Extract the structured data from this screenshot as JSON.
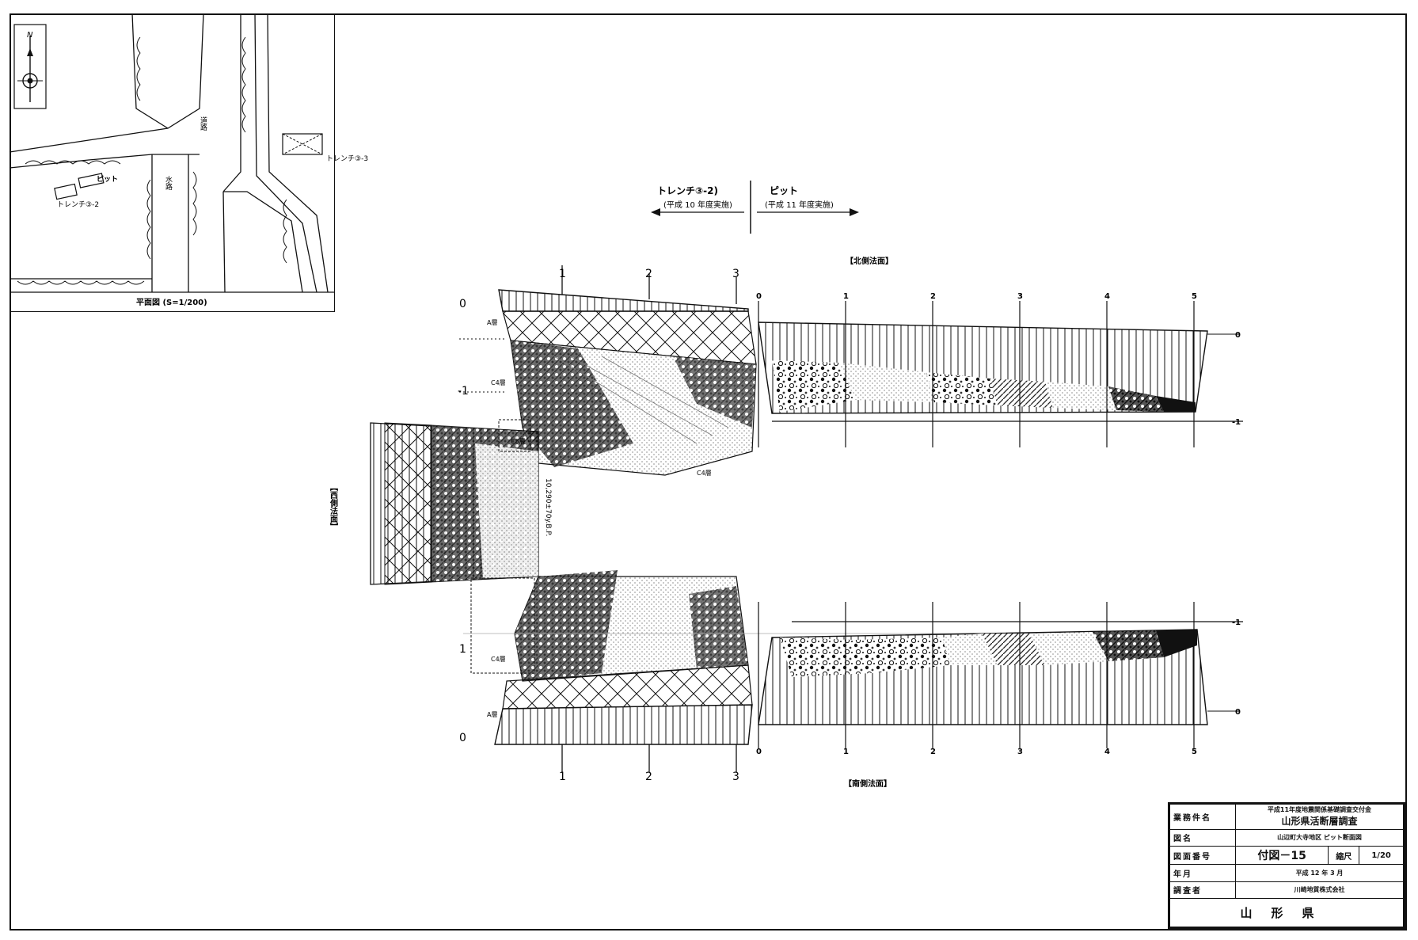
{
  "inset": {
    "north_label": "N",
    "road_label": "道路",
    "waterway_label": "水路",
    "pit_label": "ピット",
    "trench_2_label": "トレンチ③-2",
    "trench_3_label": "トレンチ③-3",
    "caption": "平面図 (S=1/200)"
  },
  "header": {
    "left_title": "トレンチ③-2)",
    "left_sub": "(平成 10 年度実施)",
    "right_title": "ピット",
    "right_sub": "(平成 11 年度実施)"
  },
  "section_labels": {
    "north": "【北側法面】",
    "west": "【西側法面】",
    "south": "【南側法面】"
  },
  "left_section": {
    "top_ticks": [
      "1",
      "2",
      "3"
    ],
    "bottom_ticks": [
      "1",
      "2",
      "3"
    ],
    "depth_top": "0",
    "depth_mid_top": "-1",
    "depth_mid_bottom": "1",
    "depth_bottom": "0",
    "layer_A": "A層",
    "layer_C4": "C4層",
    "layer_C5": "C5層",
    "date_note": "10,290±70y.B.P."
  },
  "right_section": {
    "ticks": [
      "0",
      "1",
      "2",
      "3",
      "4",
      "5"
    ],
    "depth_top_zero": "0",
    "depth_top_minus1": "-1",
    "depth_bottom_minus1": "-1",
    "depth_bottom_zero": "0"
  },
  "title_block": {
    "project_label": "業務件名",
    "project_line1": "平成11年度地震関係基礎調査交付金",
    "project_line2": "山形県活断層調査",
    "drawing_label": "図名",
    "drawing_name": "山辺町大寺地区 ピット断面図",
    "number_label": "図面番号",
    "number_value": "付図－15",
    "scale_label": "縮尺",
    "scale_value": "1/20",
    "date_label": "年月",
    "date_value": "平成 12 年 3 月",
    "surveyor_label": "調査者",
    "surveyor_value": "川崎地質株式会社",
    "client": "山形県"
  }
}
